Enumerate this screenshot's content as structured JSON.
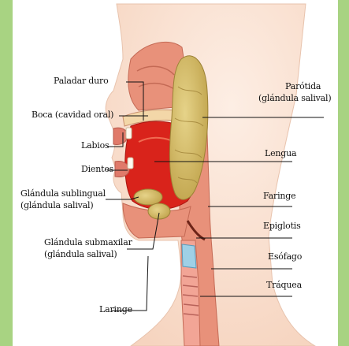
{
  "labels": {
    "paladar_duro": "Paladar duro",
    "boca": "Boca (cavidad oral)",
    "labios": "Labios",
    "dientes": "Dientes",
    "sublingual_1": "Glándula sublingual",
    "sublingual_2": "(glándula salival)",
    "submaxilar_1": "Glándula submaxilar",
    "submaxilar_2": "(glándula salival)",
    "laringe": "Laringe",
    "parotida_1": "Parótida",
    "parotida_2": "(glándula salival)",
    "lengua": "Lengua",
    "faringe": "Faringe",
    "epiglotis": "Epiglotis",
    "esofago": "Esófago",
    "traquea": "Tráquea"
  },
  "colors": {
    "frame": "#a8d382",
    "skin": "#fbe3d3",
    "flesh": "#e8917a",
    "tongue": "#d9231b",
    "gland": "#d8c06a",
    "cartilage": "#9fd0e6"
  }
}
